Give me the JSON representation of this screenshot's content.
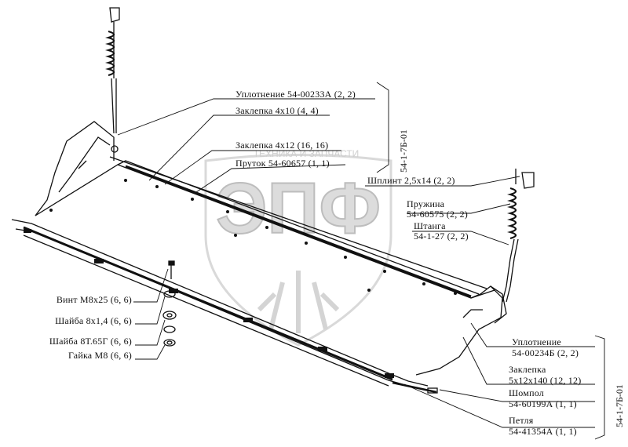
{
  "watermark": {
    "brand_top": "ТЕХНИКА И ЗАПЧАСТИ",
    "letters": "ЭПФ"
  },
  "callouts_top": [
    "Уплотнение 54-00233А (2, 2)",
    "Заклепка 4х10 (4, 4)",
    "Заклепка 4х12 (16, 16)",
    "Пруток 54-60657 (1, 1)"
  ],
  "callouts_right": [
    "Шплинт 2,5х14 (2, 2)",
    "Пружина",
    "54-60575 (2, 2)",
    "Штанга",
    "54-1-27 (2, 2)"
  ],
  "callouts_left": [
    "Винт М8х25 (6, 6)",
    "Шайба 8х1,4 (6, 6)",
    "Шайба 8Т.65Г (6, 6)",
    "Гайка М8 (6, 6)"
  ],
  "callouts_bottom": [
    "Уплотнение",
    "54-00234Б (2, 2)",
    "Заклепка",
    "5х12х140 (12, 12)",
    "Шомпол",
    "54-60199А (1, 1)",
    "Петля",
    "54-41354А (1, 1)"
  ],
  "group_codes": {
    "top": "54-1-7Б-01",
    "bottom": "54-1-7Б-01"
  },
  "colors": {
    "ink": "#111111",
    "watermark": "#d9d9d9"
  }
}
